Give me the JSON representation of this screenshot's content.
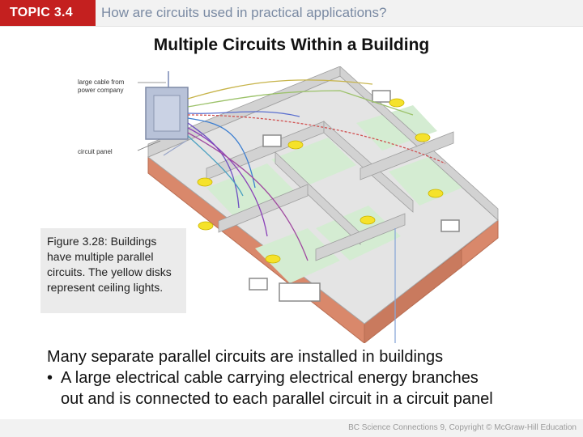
{
  "header": {
    "topic_label": "TOPIC 3.4",
    "question": "How are circuits used in practical applications?"
  },
  "slide": {
    "title": "Multiple Circuits Within a Building"
  },
  "figure": {
    "callout_cable": "large cable from power company",
    "callout_panel": "circuit panel",
    "caption": "Figure 3.28: Buildings have multiple parallel circuits. The yellow disks represent ceiling lights."
  },
  "body": {
    "intro": "Many separate parallel circuits are installed in buildings",
    "bullet_marker": "•",
    "bullet_line1": "A large electrical cable carrying electrical energy branches",
    "bullet_line2": "out and is connected to each parallel circuit in a circuit panel"
  },
  "footer": {
    "copyright": "BC Science Connections 9, Copyright © McGraw-Hill Education"
  },
  "colors": {
    "topic_red": "#c4201f",
    "question_blue": "#7a8aa3",
    "brick": "#d9886b",
    "light_yellow": "#f5e22a"
  }
}
